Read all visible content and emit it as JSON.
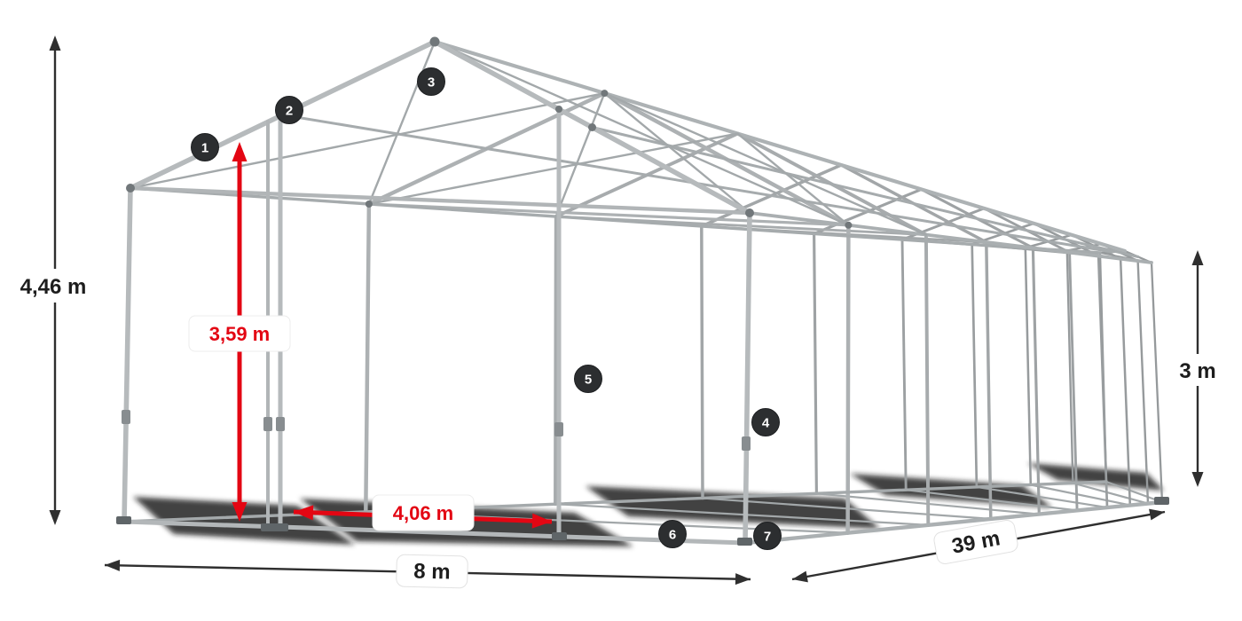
{
  "dimensions": {
    "total_height": "4,46 m",
    "clear_height": "3,59 m",
    "clear_width": "4,06 m",
    "width": "8 m",
    "length": "39 m",
    "side_height": "3 m"
  },
  "markers": [
    "1",
    "2",
    "3",
    "4",
    "5",
    "6",
    "7"
  ],
  "colors": {
    "accent_red": "#e30613",
    "frame_gray": "#b2b6b8",
    "marker_bg": "#2c2e30",
    "dimension_black": "#2f2f2f"
  }
}
